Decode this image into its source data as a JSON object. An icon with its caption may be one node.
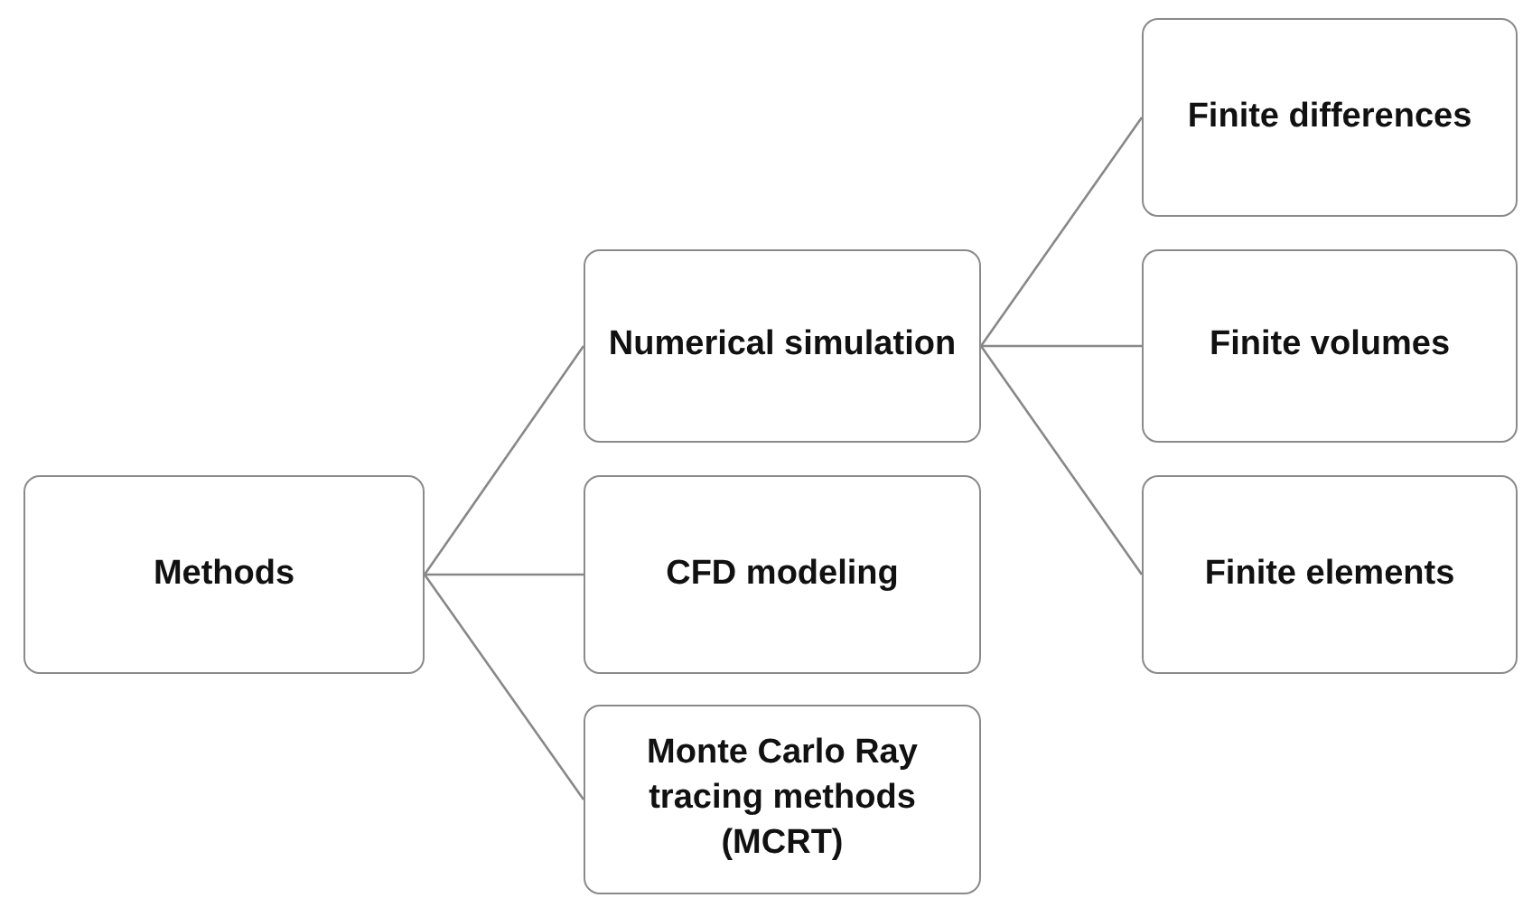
{
  "diagram": {
    "nodes": [
      {
        "text": [
          "Methods"
        ]
      },
      {
        "text": [
          "Numerical simulation"
        ]
      },
      {
        "text": [
          "CFD modeling"
        ]
      },
      {
        "text": [
          "Monte Carlo Ray tracing methods (MCRT)"
        ]
      },
      {
        "text": [
          "Finite differences"
        ]
      },
      {
        "text": [
          "Finite volumes"
        ]
      },
      {
        "text": [
          "Finite elements"
        ]
      }
    ],
    "edges": [
      {
        "from": 0,
        "to": 1,
        "arrow": "none"
      },
      {
        "from": 0,
        "to": 2,
        "arrow": "none"
      },
      {
        "from": 0,
        "to": 3,
        "arrow": "none"
      },
      {
        "from": 1,
        "to": 4,
        "arrow": "none"
      },
      {
        "from": 1,
        "to": 5,
        "arrow": "none"
      },
      {
        "from": 1,
        "to": 6,
        "arrow": "none"
      }
    ]
  }
}
